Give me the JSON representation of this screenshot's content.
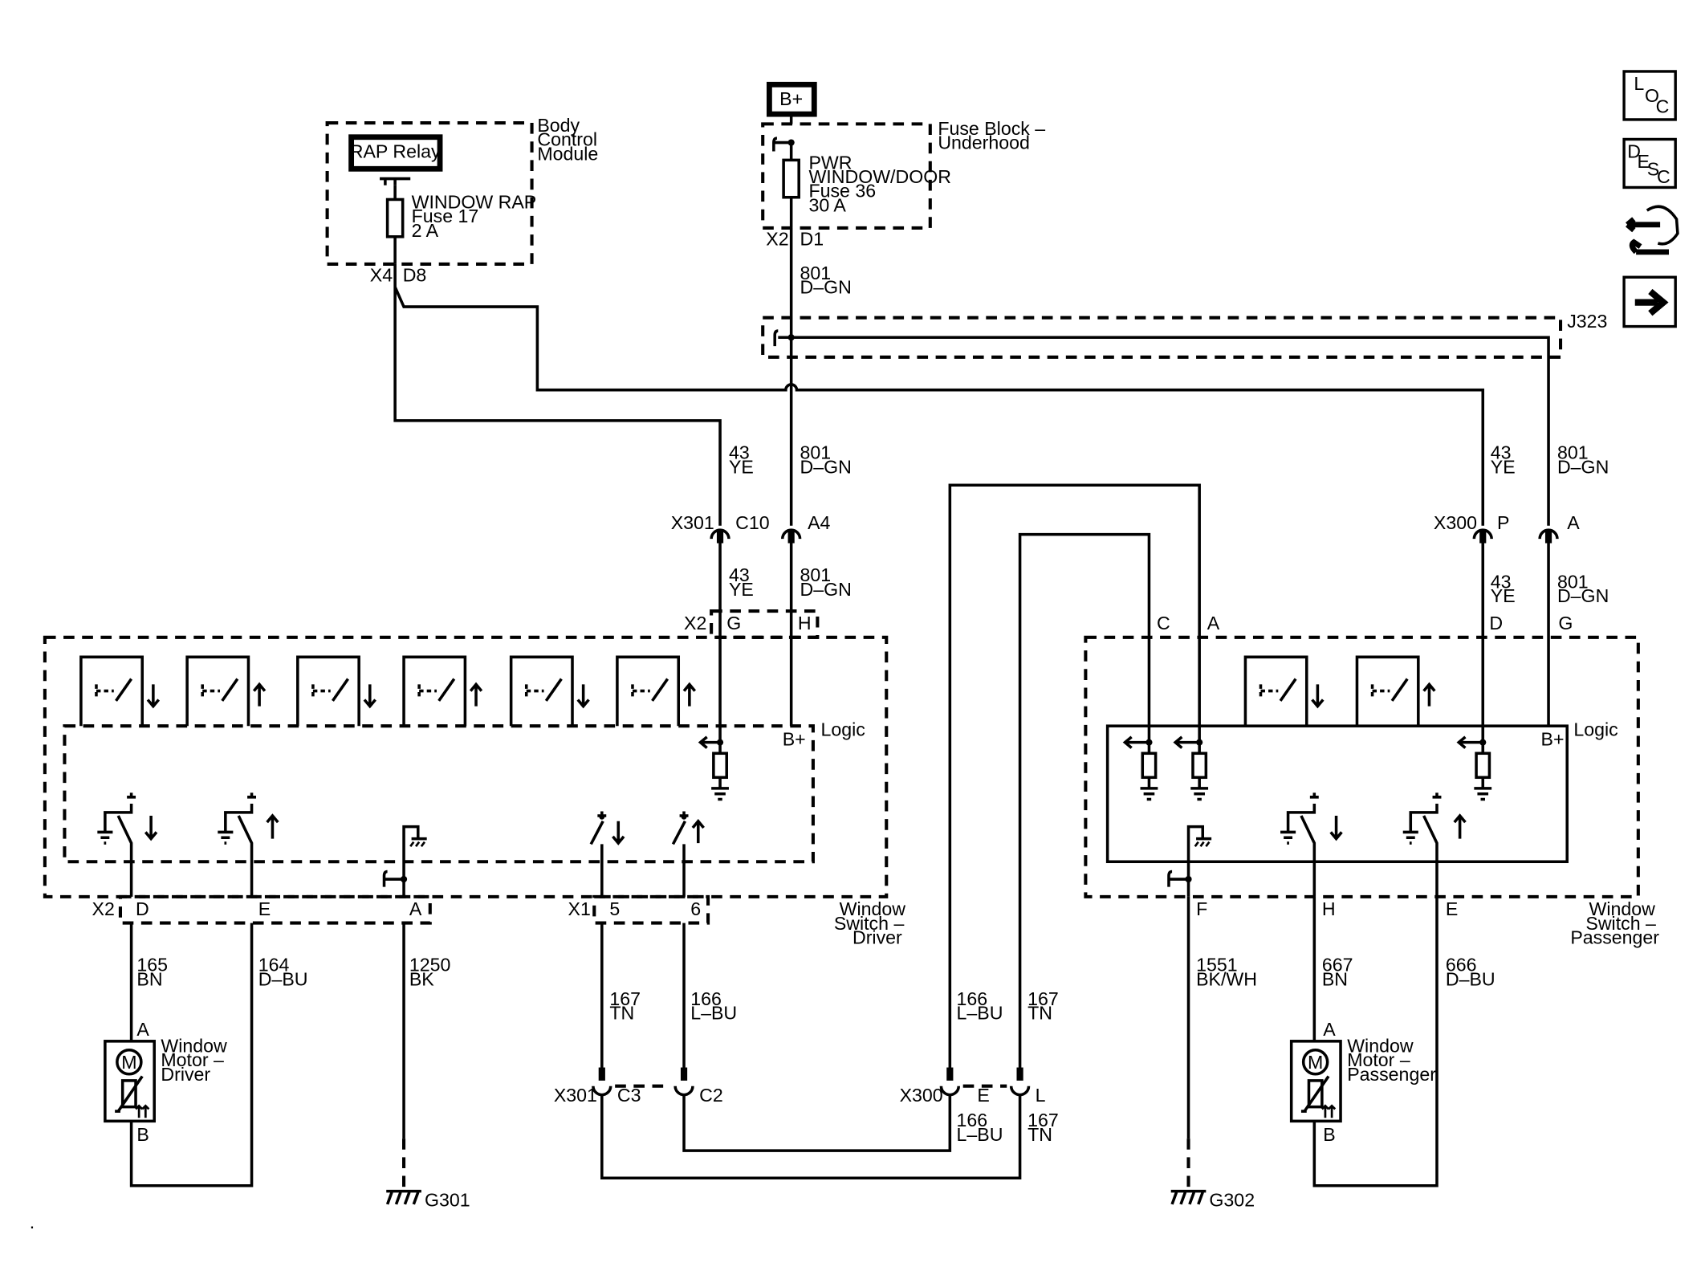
{
  "top": {
    "bplus": "B+",
    "bcm": {
      "relay": "RAP Relay",
      "fuse_name": "WINDOW RAP",
      "fuse_no": "Fuse 17",
      "fuse_amp": "2 A",
      "t1": "Body",
      "t2": "Control",
      "t3": "Module",
      "pin_conn": "X4",
      "pin_pin": "D8"
    },
    "fuse_block": {
      "t1": "Fuse Block –",
      "t2": "Underhood",
      "f1": "PWR",
      "f2": "WINDOW/DOOR",
      "f3": "Fuse 36",
      "f4": "30 A",
      "pin_conn": "X2",
      "pin_pin": "D1"
    },
    "w801_num": "801",
    "w801_col": "D–GN",
    "splice": "J323"
  },
  "mid": {
    "w43_num": "43",
    "w43_col": "YE",
    "w801_num": "801",
    "w801_col": "D–GN",
    "x301": "X301",
    "c10": "C10",
    "a4": "A4",
    "x300": "X300",
    "p": "P",
    "a": "A"
  },
  "driver": {
    "x2": "X2",
    "g": "G",
    "h": "H",
    "logic": "Logic",
    "bplus": "B+",
    "title1": "Window",
    "title2": "Switch –",
    "title3": "Driver",
    "pin_x2": "X2",
    "pin_d": "D",
    "pin_e": "E",
    "pin_a": "A",
    "pin_x1": "X1",
    "pin_5": "5",
    "pin_6": "6",
    "w165_num": "165",
    "w165_col": "BN",
    "w164_num": "164",
    "w164_col": "D–BU",
    "w1250_num": "1250",
    "w1250_col": "BK",
    "w167_num": "167",
    "w167_col": "TN",
    "w166_num": "166",
    "w166_col": "L–BU",
    "motor": {
      "m": "M",
      "t1": "Window",
      "t2": "Motor –",
      "t3": "Driver",
      "pa": "A",
      "pb": "B"
    },
    "ground": "G301",
    "conn_x301": "X301",
    "conn_c3": "C3",
    "conn_c2": "C2"
  },
  "cross": {
    "x300": "X300",
    "e": "E",
    "l": "L",
    "w166_num": "166",
    "w166_col": "L–BU",
    "w167_num": "167",
    "w167_col": "TN"
  },
  "passenger": {
    "pin_c": "C",
    "pin_a": "A",
    "pin_d": "D",
    "pin_g": "G",
    "logic": "Logic",
    "bplus": "B+",
    "title1": "Window",
    "title2": "Switch –",
    "title3": "Passenger",
    "pin_f": "F",
    "pin_h": "H",
    "pin_e": "E",
    "w1551_num": "1551",
    "w1551_col": "BK/WH",
    "w667_num": "667",
    "w667_col": "BN",
    "w666_num": "666",
    "w666_col": "D–BU",
    "motor": {
      "m": "M",
      "t1": "Window",
      "t2": "Motor –",
      "t3": "Passenger",
      "pa": "A",
      "pb": "B"
    },
    "ground": "G302"
  },
  "side_buttons": [
    {
      "name": "loc-button",
      "icon": "loc-icon",
      "letters": [
        "L",
        "O",
        "C"
      ]
    },
    {
      "name": "desc-button",
      "icon": "desc-icon",
      "letters": [
        "D",
        "E",
        "S",
        "C"
      ]
    },
    {
      "name": "connector-button",
      "icon": "connector-icon"
    },
    {
      "name": "next-button",
      "icon": "arrow-right-icon"
    }
  ]
}
